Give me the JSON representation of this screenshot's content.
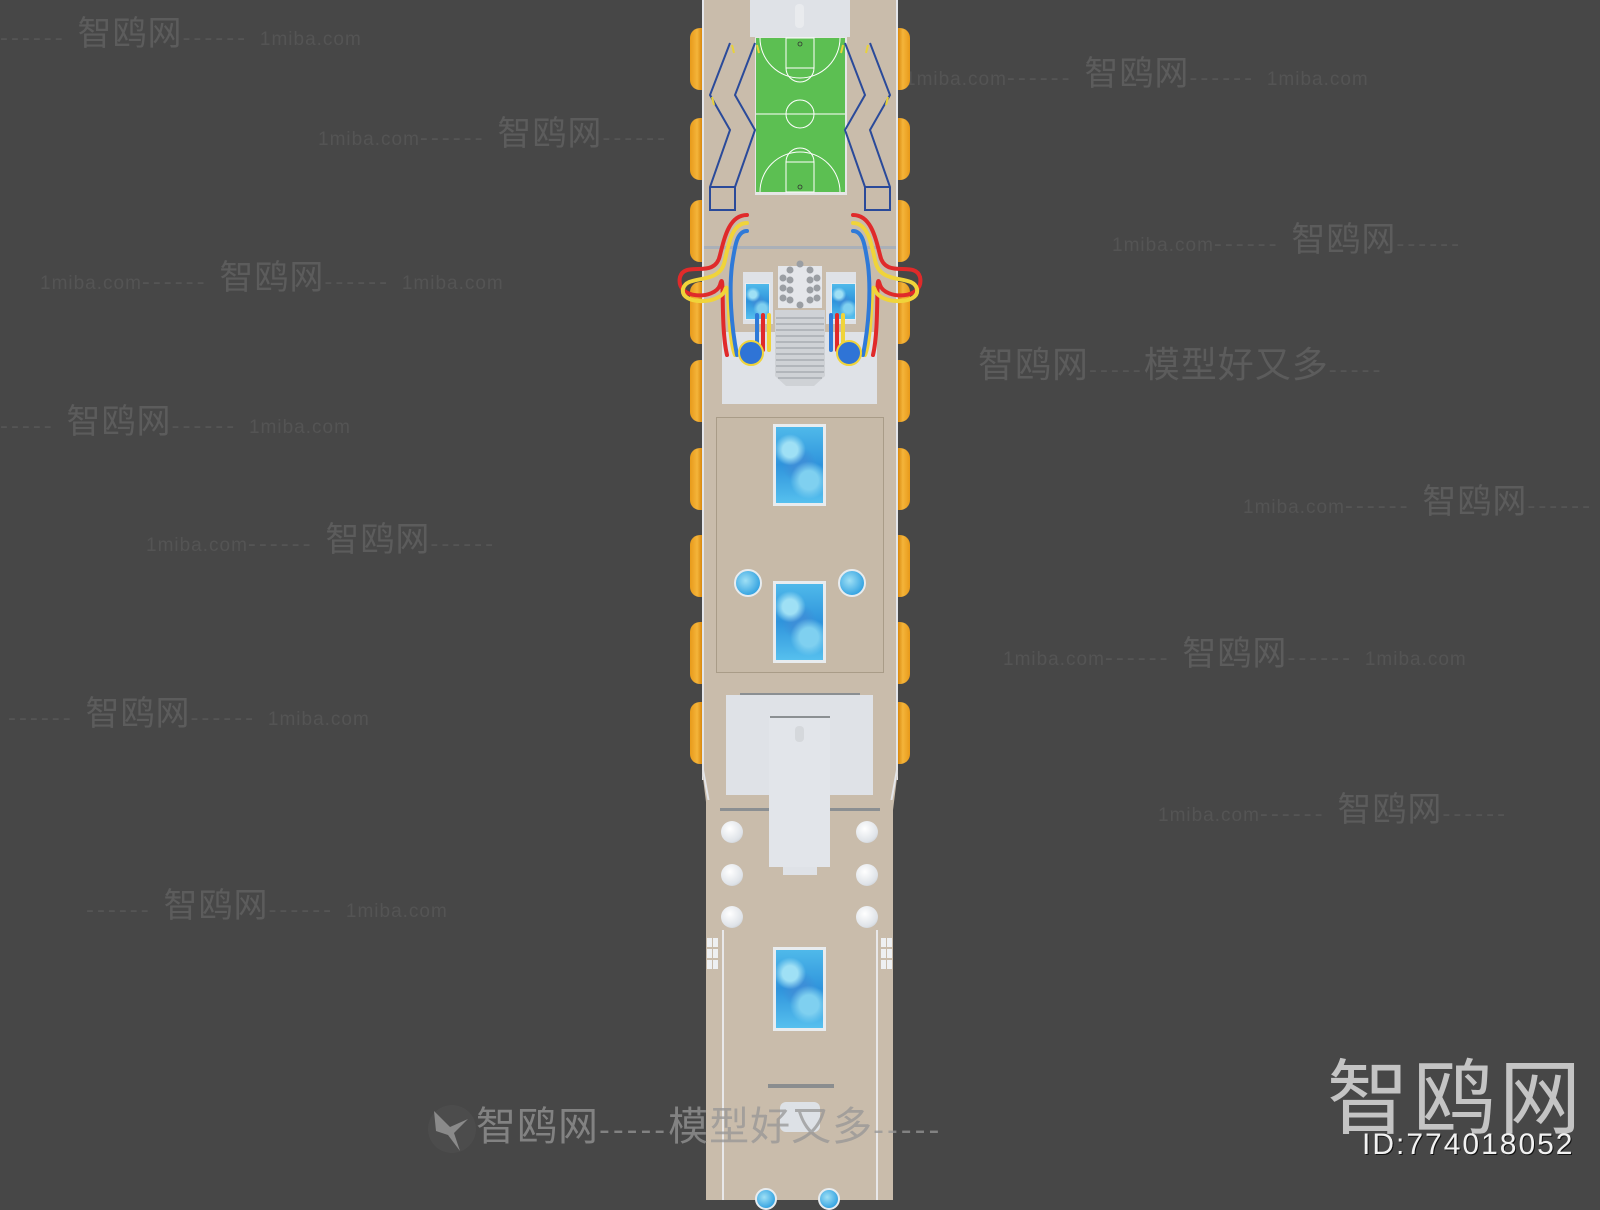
{
  "scene": {
    "description": "Top-down render of cruise ship deck",
    "background_color": "#474747",
    "hull_color": "#c9bcab",
    "court_color": "#5cbf52",
    "lifeboat_color": "#f0a52a",
    "pool_color": "#3fa9e4"
  },
  "watermarks": {
    "brand": "智鸥网",
    "url": "1miba.com",
    "slogan": "模型好又多",
    "dashes": "------",
    "short_dashes": "-----"
  },
  "logo": {
    "brand": "智鸥网",
    "id_label": "ID:774018052"
  },
  "deck_features": {
    "basketball_court": "basketball-court",
    "water_slides": 2,
    "pools_rect": 3,
    "pools_round": 2,
    "white_domes": 6
  }
}
